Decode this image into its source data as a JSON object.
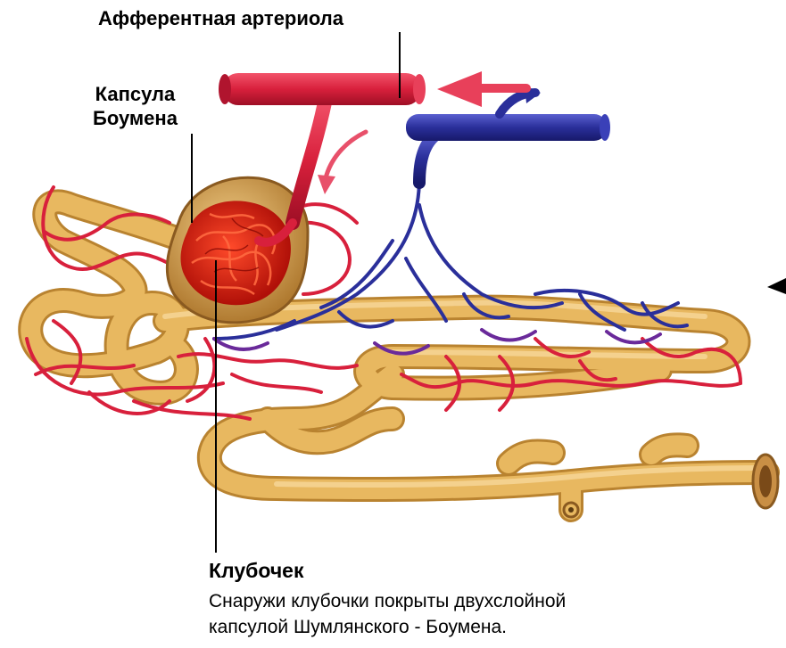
{
  "labels": {
    "afferent_arteriole": "Афферентная артериола",
    "bowman_capsule_line1": "Капсула",
    "bowman_capsule_line2": "Боумена",
    "glomerulus": "Клубочек",
    "description_line1": "Снаружи клубочки покрыты двухслойной",
    "description_line2": "капсулой Шумлянского - Боумена."
  },
  "colors": {
    "artery": "#d8203c",
    "vein": "#2a2f9a",
    "tubule": "#e8b860",
    "tubule_outline": "#b98330",
    "capsule": "#c8943e",
    "glomerulus": "#cc1a10",
    "purple_vessel": "#6a2a9a"
  }
}
